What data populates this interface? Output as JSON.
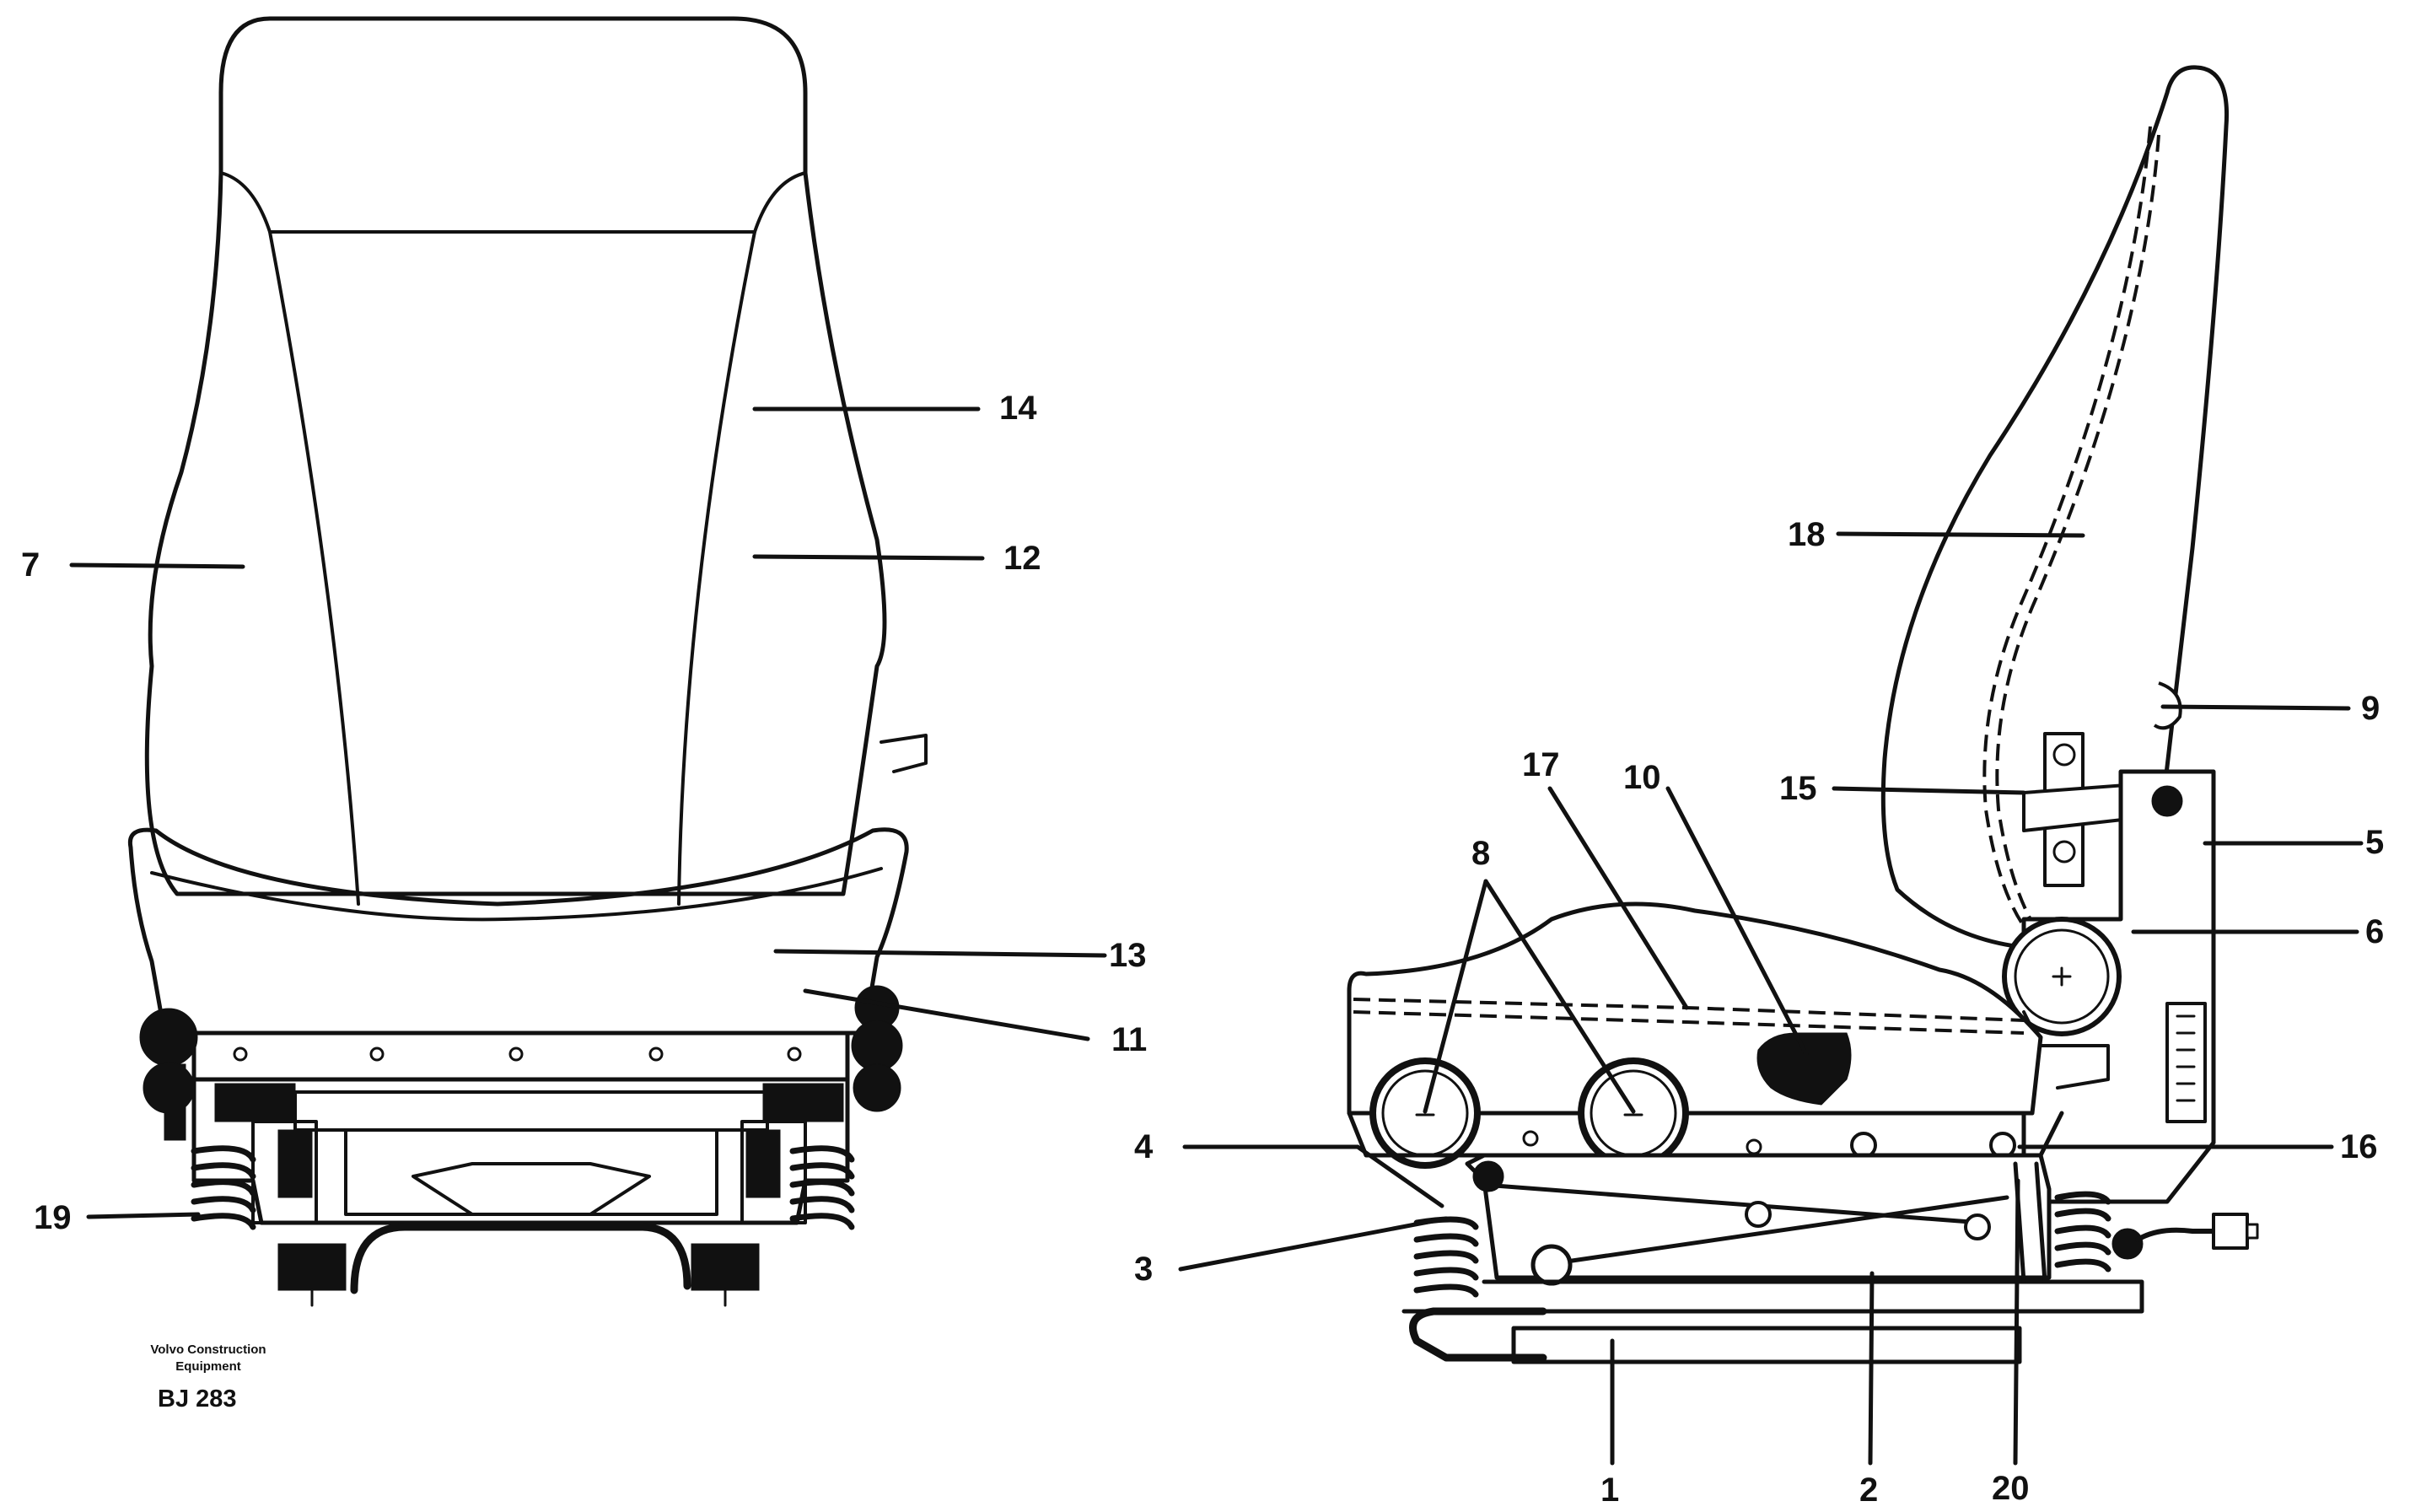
{
  "callouts": {
    "c1": "1",
    "c2": "2",
    "c3": "3",
    "c4": "4",
    "c5": "5",
    "c6": "6",
    "c7": "7",
    "c8": "8",
    "c9": "9",
    "c10": "10",
    "c11": "11",
    "c12": "12",
    "c13": "13",
    "c14": "14",
    "c15": "15",
    "c16": "16",
    "c17": "17",
    "c18": "18",
    "c19": "19",
    "c20": "20"
  },
  "credit": {
    "line1": "Volvo Construction",
    "line2": "Equipment",
    "code": "BJ 283"
  },
  "colors": {
    "ink": "#111111",
    "paper": "#ffffff"
  }
}
